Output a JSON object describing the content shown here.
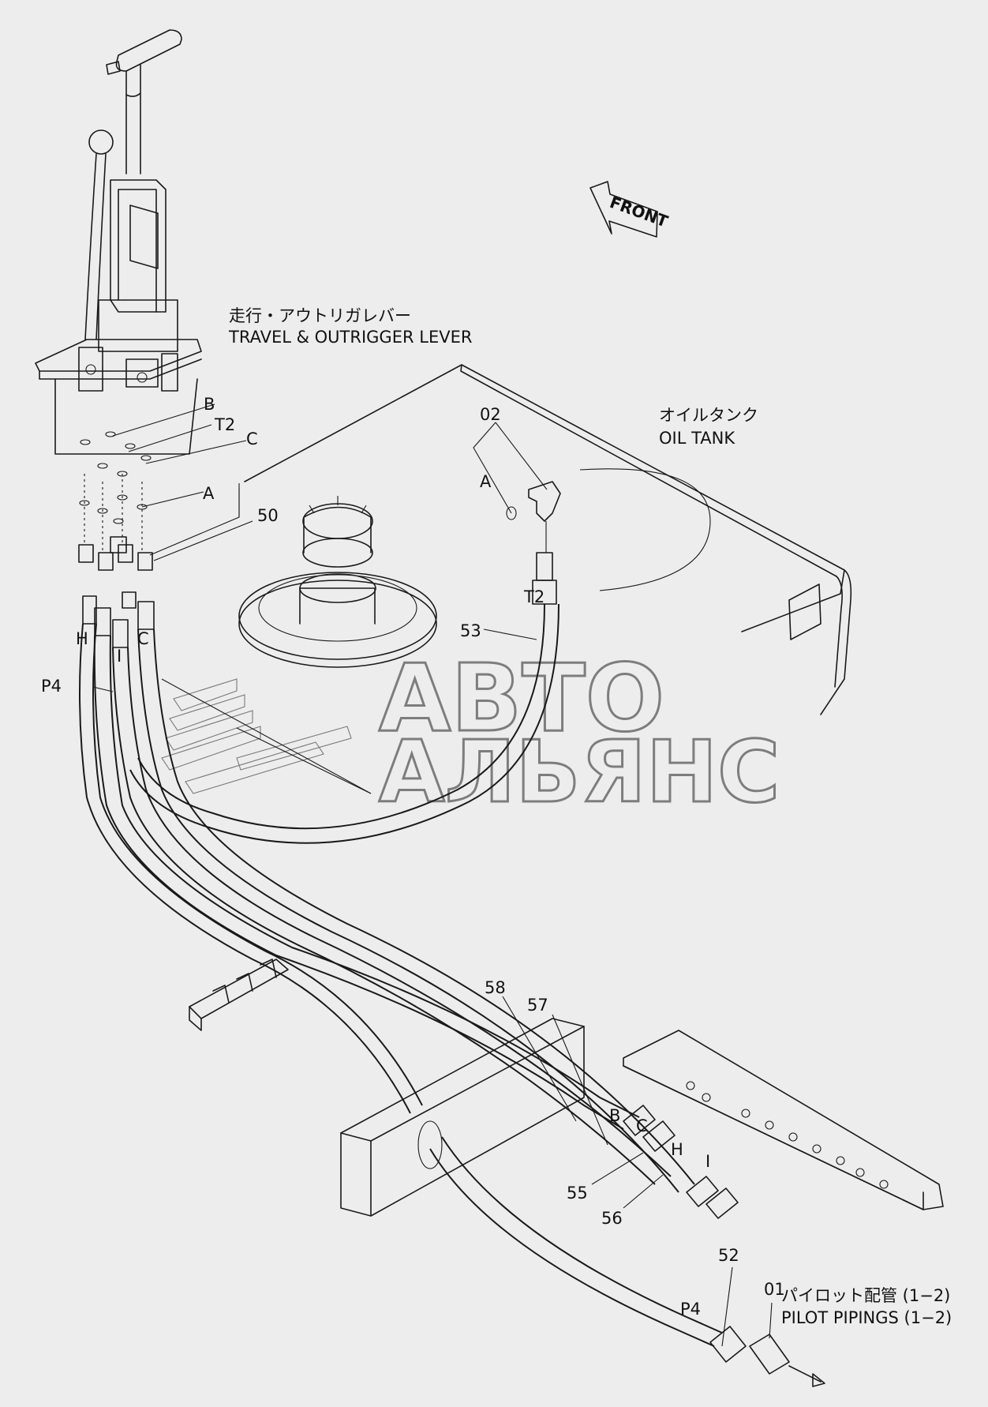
{
  "labels": {
    "lever_jp": "走行・アウトリガレバー",
    "lever_en": "TRAVEL & OUTRIGGER LEVER",
    "tank_jp": "オイルタンク",
    "tank_en": "OIL TANK",
    "pilot_jp": "パイロット配管 (1−2)",
    "pilot_en": "PILOT PIPINGS (1−2)",
    "front": "FRONT"
  },
  "ports": {
    "b_top": "B",
    "t2_top": "T2",
    "c_top": "C",
    "a_left": "A",
    "a_tank": "A",
    "t2_tank": "T2",
    "h_hose": "H",
    "i_hose": "I",
    "c_hose": "C",
    "p4_left": "P4",
    "b_end": "B",
    "c_end": "C",
    "h_end": "H",
    "i_end": "I",
    "p4_end": "P4"
  },
  "parts": {
    "p02": "02",
    "p50": "50",
    "p53": "53",
    "p58": "58",
    "p57": "57",
    "p55": "55",
    "p56": "56",
    "p52": "52",
    "p01": "01"
  },
  "watermark": {
    "line1": "АВТО",
    "line2": "АЛЬЯНС"
  }
}
